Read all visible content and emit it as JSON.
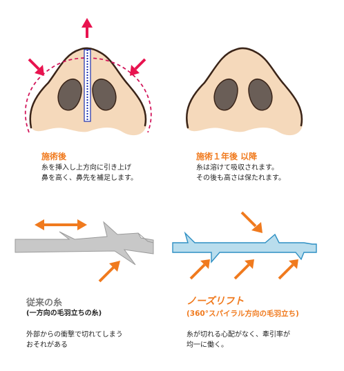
{
  "panels": {
    "after_op": {
      "title": "施術後",
      "lines": [
        "糸を挿入し上方向に引き上げ",
        "鼻を高く、鼻先を補足します。"
      ]
    },
    "one_year": {
      "title": "施術１年後 以降",
      "lines": [
        "糸は溶けて吸収されます。",
        "その後も高さは保たれます。"
      ]
    },
    "conventional": {
      "title": "従来の糸",
      "subtitle": "(一方向の毛羽立ちの糸)",
      "lines": [
        "外部からの衝撃で切れてしまう",
        "おそれがある"
      ]
    },
    "nose_lift": {
      "title": "ノーズリフト",
      "subtitle": "(360°スパイラル方向の毛羽立ち)",
      "lines": [
        "糸が切れる心配がなく、牽引率が",
        "均一に働く。"
      ]
    }
  },
  "colors": {
    "skin": "#f5d9bb",
    "outline": "#3a2418",
    "nostril": "#6a5e57",
    "dashed": "#d2155a",
    "thread": "#1a2fb0",
    "arrow_red": "#e8134f",
    "arrow_orange": "#f07a1e",
    "gray_thread": "#c8c8c8",
    "blue_thread": "#b9dded",
    "blue_thread_edge": "#2d8fc3"
  }
}
